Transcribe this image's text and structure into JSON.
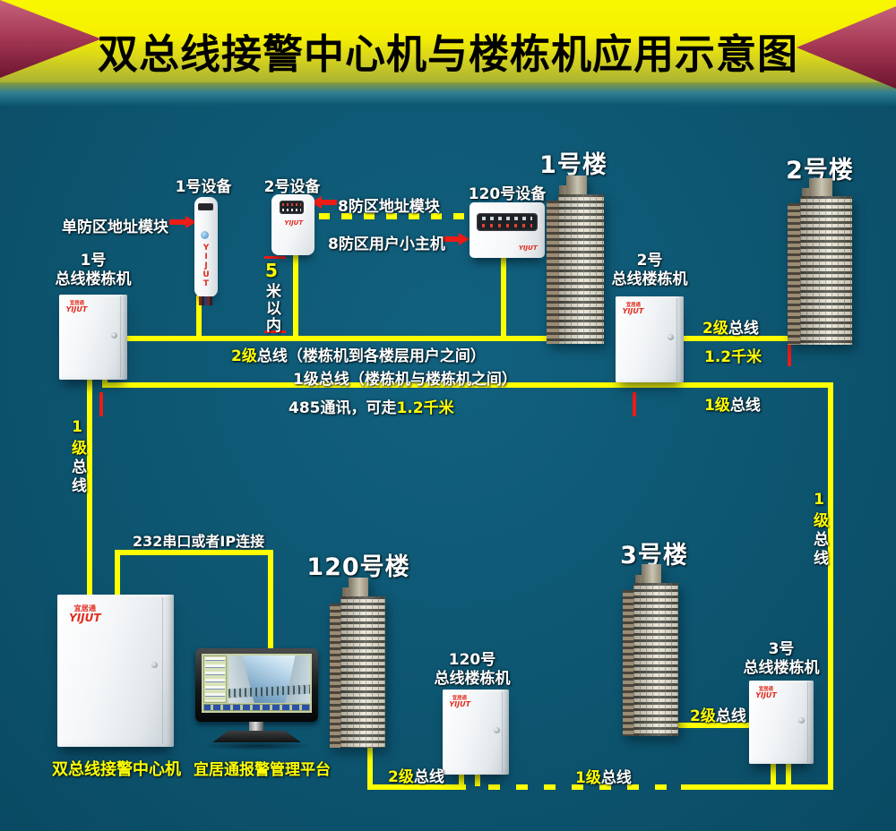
{
  "title": "双总线接警中心机与楼栋机应用示意图",
  "brand": {
    "cn": "宜居通",
    "en": "YIJUT"
  },
  "devices": {
    "device1_label": "1号设备",
    "device2_label": "2号设备",
    "device120_label": "120号设备"
  },
  "annotations": {
    "single_zone_module": "单防区地址模块",
    "eight_zone_module": "8防区地址模块",
    "eight_zone_host": "8防区用户小主机",
    "distance_5m": {
      "accent": "5",
      "rest": "米以内"
    },
    "serial_link": "232串口或者IP连接",
    "comm": {
      "white": "485通讯，可走",
      "yellow": "1.2千米"
    }
  },
  "buildings": {
    "b1_label": "1号楼",
    "b2_label": "2号楼",
    "b3_label": "3号楼",
    "b120_label": "120号楼"
  },
  "cabinets": {
    "c1": {
      "line1": "1号",
      "line2": "总线楼栋机"
    },
    "c2": {
      "line1": "2号",
      "line2": "总线楼栋机"
    },
    "c3": {
      "line1": "3号",
      "line2": "总线楼栋机"
    },
    "c120": {
      "line1": "120号",
      "line2": "总线楼栋机"
    },
    "center_label": "双总线接警中心机"
  },
  "platform_label": "宜居通报警管理平台",
  "bus": {
    "l2_main": {
      "accent": "2级",
      "rest": "总线（楼栋机到各楼层用户之间）"
    },
    "l1_main": "1级总线（楼栋机与楼栋机之间）",
    "l2_right": {
      "accent": "2级",
      "rest": "总线"
    },
    "l2_right_dist": "1.2千米",
    "l1_right": {
      "accent": "1级",
      "rest": "总线"
    },
    "l1_vert_left": {
      "accent": "1级",
      "rest": "总线"
    },
    "l1_vert_right": {
      "accent": "1级",
      "rest": "总线"
    },
    "l2_120": {
      "accent": "2级",
      "rest": "总线"
    },
    "l1_bottom": {
      "accent": "1级",
      "rest": "总线"
    },
    "l2_3": {
      "accent": "2级",
      "rest": "总线"
    }
  },
  "colors": {
    "background_teal": "#0d5570",
    "wire_yellow": "#ffff00",
    "accent_red": "#ed1c16",
    "banner_yellow": "#f4ef00",
    "banner_maroon": "#a83a56",
    "brand_red": "#e22b1e"
  }
}
